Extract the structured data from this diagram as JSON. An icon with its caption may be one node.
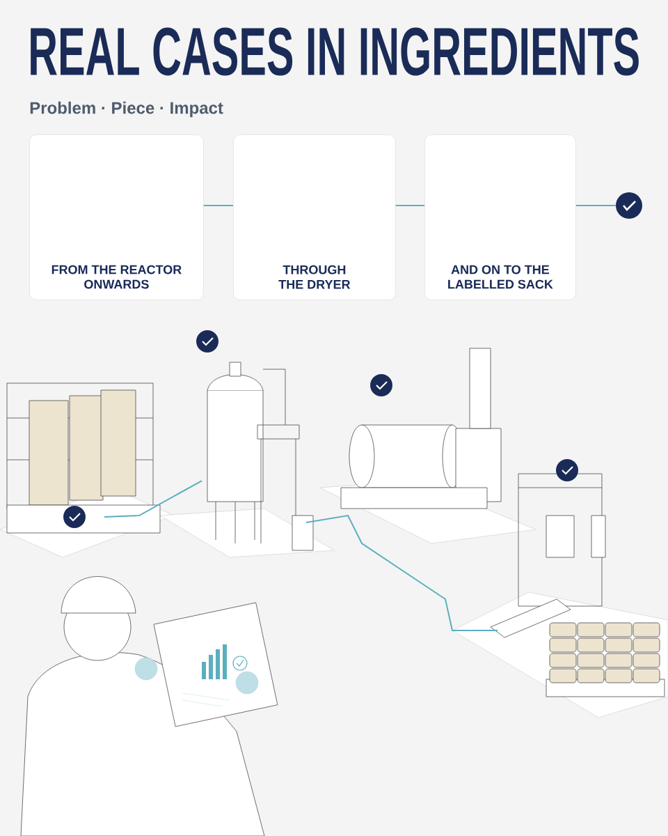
{
  "diagram": {
    "title": "REAL CASES IN INGREDIENTS",
    "nodes": [
      {
        "text": [
          "FROM THE REACTOR ONWARDS"
        ]
      },
      {
        "text": [
          "THROUGH THE DRYER"
        ]
      },
      {
        "text": [
          "AND ON TO THE LABELLED SACK"
        ]
      },
      {
        "text": [],
        "shape": "circle"
      }
    ],
    "edges": [
      {
        "from": 0,
        "to": 1,
        "arrow": "none"
      },
      {
        "from": 1,
        "to": 2,
        "arrow": "none"
      },
      {
        "from": 2,
        "to": 3,
        "arrow": "none"
      }
    ],
    "labels": [
      "Problem · Piece · Impact"
    ]
  }
}
